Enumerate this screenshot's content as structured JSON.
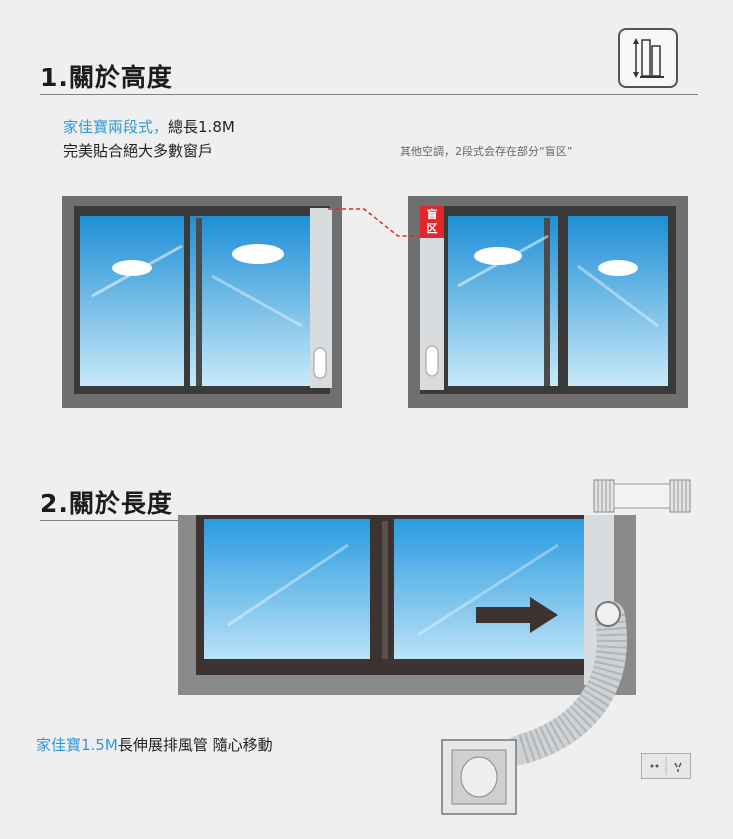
{
  "section1": {
    "title": "1.關於高度",
    "lead_highlight": "家佳寶兩段式，",
    "lead_rest": "總長1.8M",
    "line2": "完美貼合絕大多數窗戶",
    "note": "其他空調，2段式会存在部分“盲区”",
    "blind_label_1": "盲",
    "blind_label_2": "区"
  },
  "section2": {
    "title": "2.關於長度",
    "caption_highlight": "家佳寶1.5M",
    "caption_rest": "長伸展排風管 隨心移動"
  },
  "colors": {
    "accent_blue": "#2f9ad8",
    "frame_dark": "#3a3a3a",
    "wall_gray": "#7c7c7c",
    "glass_top": "#1e8fd6",
    "glass_bottom": "#c9e9f8",
    "blind_red": "#e3262b"
  }
}
